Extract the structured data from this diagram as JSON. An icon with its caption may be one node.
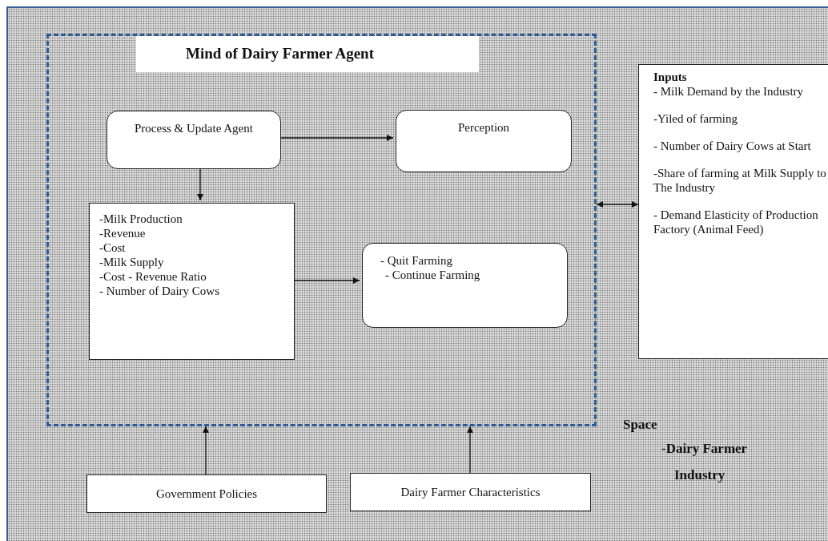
{
  "diagram": {
    "nodes": [
      {
        "text": [
          "Mind of Dairy Farmer Agent"
        ]
      },
      {
        "text": [
          "Process & Update Agent"
        ],
        "in": 0
      },
      {
        "text": [
          "Perception"
        ],
        "in": 0
      },
      {
        "text": [
          "-Milk Production",
          "-Revenue",
          "-Cost",
          "-Milk Supply",
          "-Cost - Revenue Ratio",
          "- Number of Dairy Cows"
        ],
        "in": 0
      },
      {
        "text": [
          "- Quit Farming",
          "- Continue Farming"
        ],
        "in": 0
      },
      {
        "text": [
          "Inputs",
          "- Milk Demand by the Industry",
          "-Yiled of farming",
          "- Number of Dairy Cows at Start",
          "-Share of farming at Milk Supply to The Industry",
          "- Demand Elasticity of Production Factory (Animal Feed)"
        ]
      },
      {
        "text": [
          "Government Policies"
        ]
      },
      {
        "text": [
          "Dairy Farmer Characteristics"
        ]
      }
    ],
    "edges": [
      {
        "from": 1,
        "to": 2,
        "arrow": "to"
      },
      {
        "from": 1,
        "to": 3,
        "arrow": "to"
      },
      {
        "from": 3,
        "to": 4,
        "arrow": "to"
      },
      {
        "from": 0,
        "to": 5,
        "arrow": "both"
      },
      {
        "from": 6,
        "to": 0,
        "arrow": "to"
      },
      {
        "from": 7,
        "to": 0,
        "arrow": "to"
      }
    ],
    "labels": [
      "Space",
      "-Dairy Farmer",
      "Industry"
    ]
  }
}
